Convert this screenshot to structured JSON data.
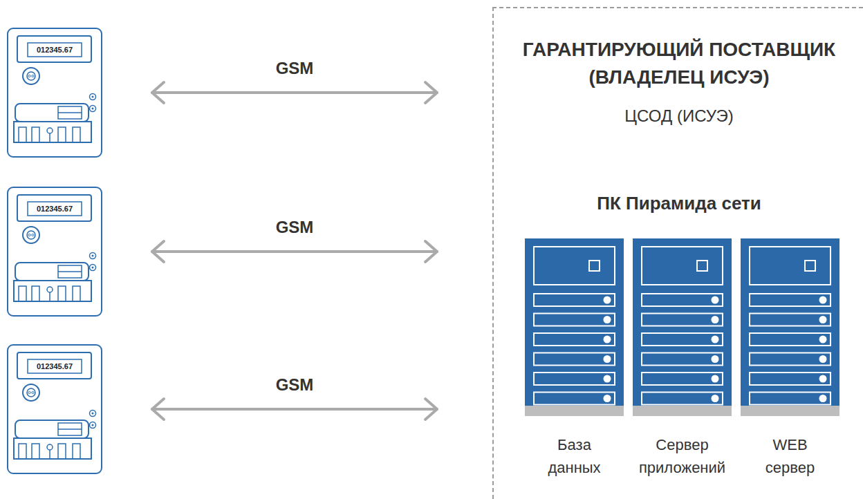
{
  "diagram": {
    "nodes": [
      {
        "text": [
          "012345.67"
        ]
      },
      {
        "text": [
          "012345.67"
        ]
      },
      {
        "text": [
          "012345.67"
        ]
      },
      {
        "text": [
          "ГАРАНТИРУЮЩИЙ ПОСТАВЩИК (ВЛАДЕЛЕЦ ИСУЭ)",
          "ЦСОД (ИСУЭ)",
          "ПК Пирамида сети"
        ]
      },
      {
        "text": [
          "База данных"
        ],
        "in": 3
      },
      {
        "text": [
          "Сервер приложений"
        ],
        "in": 3
      },
      {
        "text": [
          "WEB сервер"
        ],
        "in": 3
      }
    ],
    "edges": [
      {
        "from": 0,
        "to": 3,
        "arrow": "both",
        "label": "GSM"
      },
      {
        "from": 1,
        "to": 3,
        "arrow": "both",
        "label": "GSM"
      },
      {
        "from": 2,
        "to": 3,
        "arrow": "both",
        "label": "GSM"
      }
    ]
  }
}
